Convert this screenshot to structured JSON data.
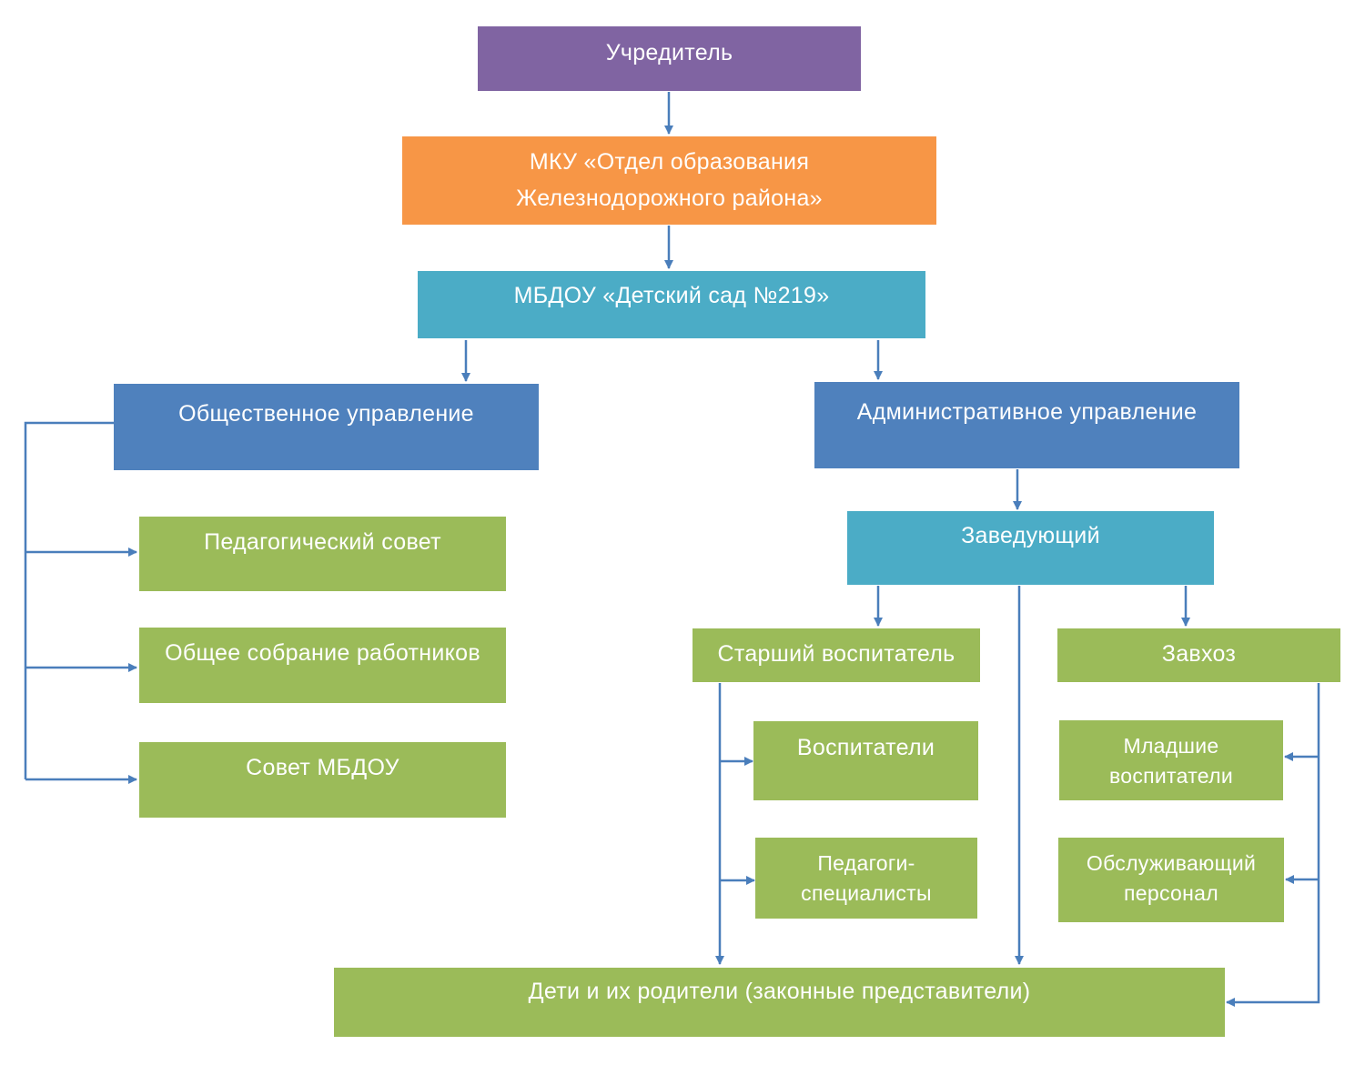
{
  "colors": {
    "purple": "#8064a2",
    "orange": "#f79646",
    "teal": "#4bacc6",
    "blue": "#4f81bd",
    "green": "#9bbb59",
    "connector": "#4a7ebb"
  },
  "nodes": {
    "founder": {
      "line1": "Учредитель"
    },
    "education_dept": {
      "line1": "МКУ «Отдел образования",
      "line2": "Железнодорожного района»"
    },
    "kindergarten": {
      "line1": "МБДОУ «Детский сад №219»"
    },
    "public_management": {
      "line1": "Общественное управление"
    },
    "administrative_management": {
      "line1": "Административное управление"
    },
    "pedagogical_council": {
      "line1": "Педагогический совет"
    },
    "general_meeting": {
      "line1": "Общее собрание работников"
    },
    "council": {
      "line1": "Совет МБДОУ"
    },
    "head": {
      "line1": "Заведующий"
    },
    "senior_educator": {
      "line1": "Старший воспитатель"
    },
    "supply_manager": {
      "line1": "Завхоз"
    },
    "educators": {
      "line1": "Воспитатели"
    },
    "specialists": {
      "line1": "Педагоги-",
      "line2": "специалисты"
    },
    "junior_educators": {
      "line1": "Младшие",
      "line2": "воспитатели"
    },
    "service_staff": {
      "line1": "Обслуживающий",
      "line2": "персонал"
    },
    "children_parents": {
      "line1": "Дети и их родители (законные представители)"
    }
  }
}
